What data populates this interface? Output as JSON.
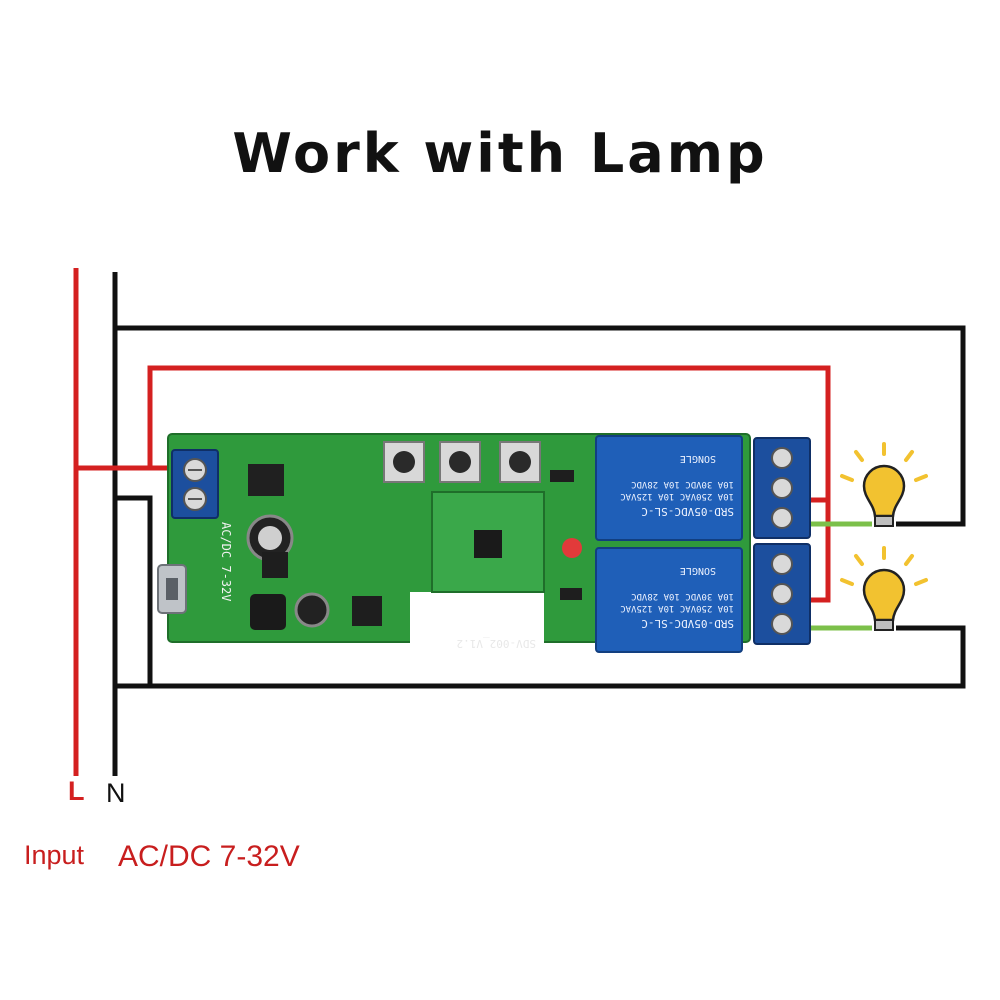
{
  "title": "Work with Lamp",
  "labels": {
    "live": "L",
    "neutral": "N",
    "input": "Input",
    "voltage": "AC/DC 7-32V"
  },
  "board": {
    "terminal_marking": "AC/DC 7-32V",
    "version": "SDV-002_V1.2"
  },
  "relays": [
    {
      "model": "SRD-05VDC-SL-C",
      "rating_line1": "10A 250VAC  10A 125VAC",
      "rating_line2": "10A 30VDC  10A 28VDC",
      "brand": "SONGLE"
    },
    {
      "model": "SRD-05VDC-SL-C",
      "rating_line1": "10A 250VAC  10A 125VAC",
      "rating_line2": "10A 30VDC  10A 28VDC",
      "brand": "SONGLE"
    }
  ],
  "colors": {
    "live_wire": "#d42020",
    "neutral_wire": "#111111",
    "load_wire": "#7cc04a",
    "pcb": "#2f9a3c",
    "relay": "#1f5fb8",
    "terminal": "#1c4f9e",
    "bulb": "#f2c230",
    "label_red": "#c81e1e"
  },
  "icons": [
    "lamp-icon",
    "relay-icon",
    "terminal-block-icon",
    "button-icon",
    "usb-port-icon"
  ]
}
